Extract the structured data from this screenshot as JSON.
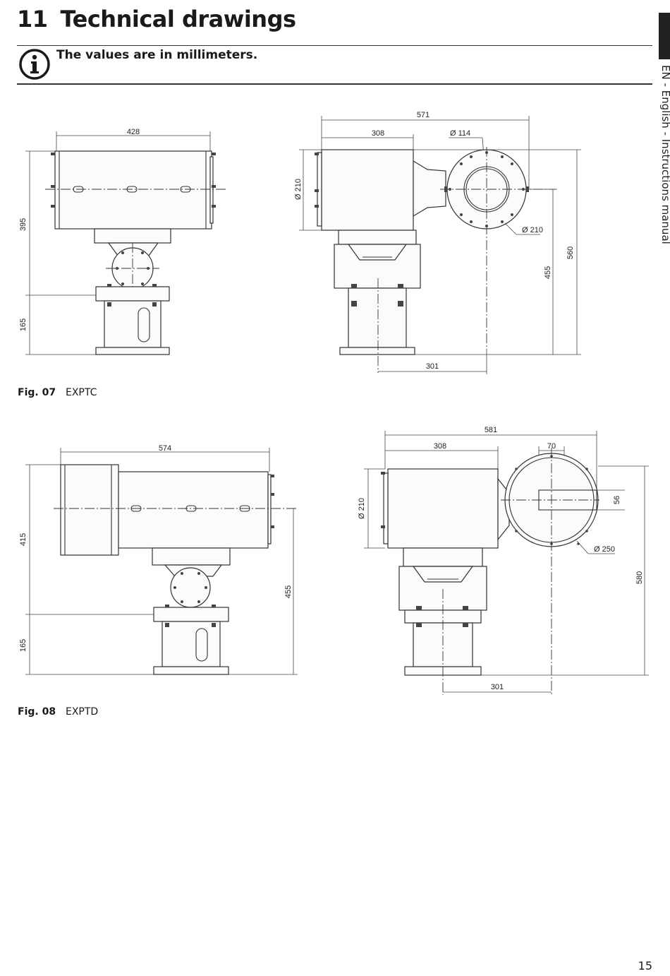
{
  "page": {
    "section_number": "11",
    "section_title": "Technical drawings",
    "note": "The values are in millimeters.",
    "sidebar": "EN - English - Instructions manual",
    "page_number": "15"
  },
  "icons": {
    "note": "info-icon"
  },
  "figures": [
    {
      "label": "Fig. 07",
      "model": "EXPTC",
      "side_view": {
        "width": "428",
        "upper_height": "395",
        "lower_height": "165"
      },
      "front_view": {
        "overall": "571",
        "body": "308",
        "window_dia": "Ø 114",
        "flange_dia": "Ø 210",
        "housing_dia": "Ø 210",
        "axis_height": "455",
        "total_height": "560",
        "base_offset": "301"
      }
    },
    {
      "label": "Fig. 08",
      "model": "EXPTD",
      "side_view": {
        "width": "574",
        "upper_height": "415",
        "lower_height": "165",
        "axis_height": "455"
      },
      "front_view": {
        "overall": "581",
        "body": "308",
        "offset": "70",
        "small": "56",
        "housing_dia": "Ø 210",
        "flange_dia": "Ø 250",
        "total_height": "580",
        "base_offset": "301"
      }
    }
  ]
}
